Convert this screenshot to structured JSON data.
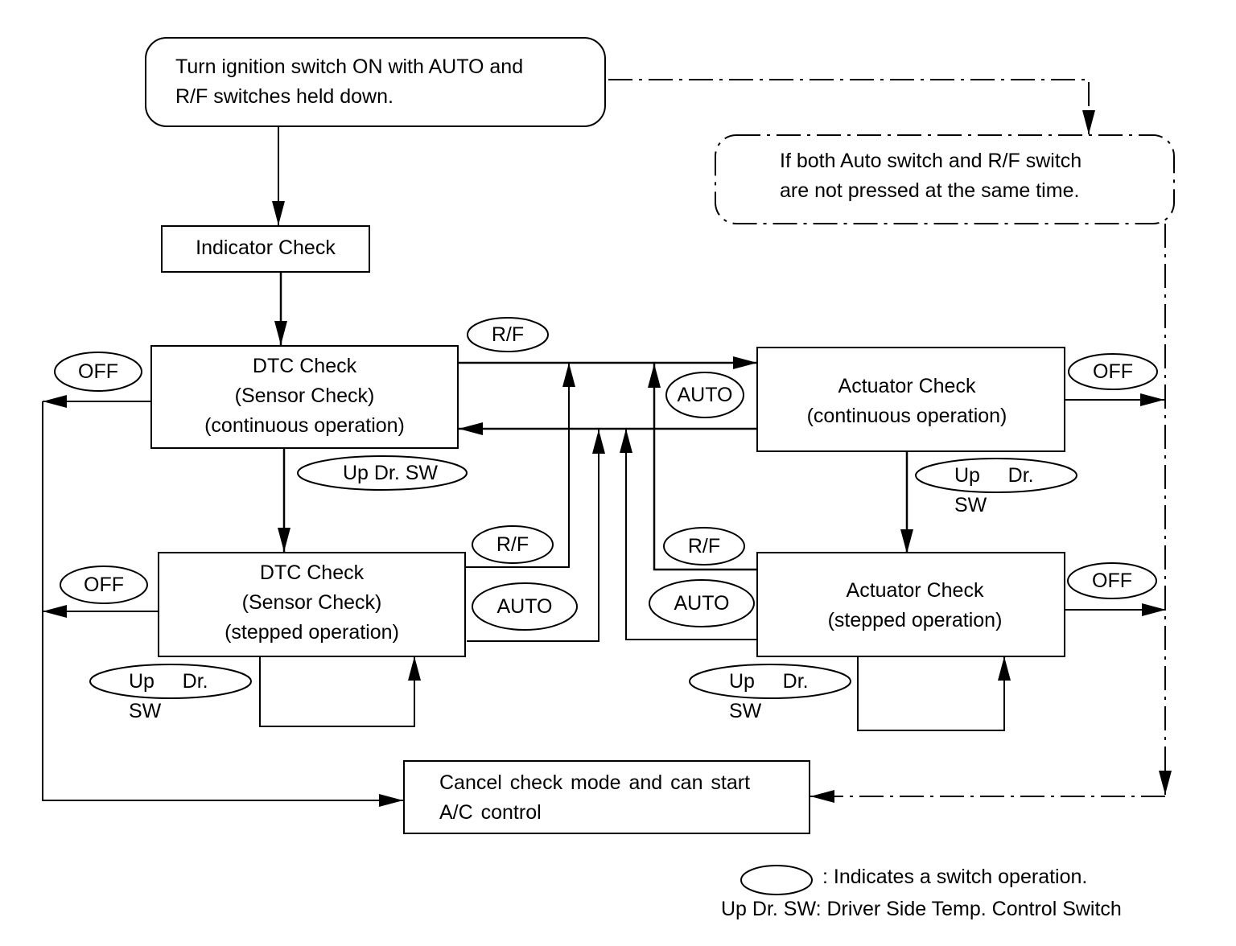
{
  "nodes": {
    "start": {
      "lines": [
        "Turn ignition switch ON with AUTO and",
        "R/F switches held down."
      ]
    },
    "condition": {
      "lines": [
        "If both Auto switch and R/F switch",
        "are not pressed at the same time."
      ]
    },
    "indicator_check": {
      "label": "Indicator Check"
    },
    "dtc_continuous": {
      "lines": [
        "DTC Check",
        "(Sensor Check)",
        "(continuous operation)"
      ]
    },
    "dtc_stepped": {
      "lines": [
        "DTC Check",
        "(Sensor Check)",
        "(stepped operation)"
      ]
    },
    "actuator_continuous": {
      "lines": [
        "Actuator Check",
        "(continuous operation)"
      ]
    },
    "actuator_stepped": {
      "lines": [
        "Actuator Check",
        "(stepped operation)"
      ]
    },
    "cancel": {
      "lines": [
        "Cancel check mode and can start",
        "A/C control"
      ]
    }
  },
  "switch_ops": {
    "rf_top": "R/F",
    "auto_top": "AUTO",
    "off_dtc_cont": "OFF",
    "off_act_cont": "OFF",
    "updr_dtc": "Up Dr. SW",
    "updr_act": {
      "line1": "Up     Dr.",
      "line2": "SW"
    },
    "rf_dtc_step": "R/F",
    "auto_dtc_step": "AUTO",
    "rf_act_step": "R/F",
    "auto_act_step": "AUTO",
    "off_dtc_step": "OFF",
    "off_act_step": "OFF",
    "updr_dtc_loop": {
      "line1": "Up     Dr.",
      "line2": "SW"
    },
    "updr_act_loop": {
      "line1": "Up     Dr.",
      "line2": "SW"
    }
  },
  "legend": {
    "oval_meaning": ": Indicates a switch operation.",
    "abbreviation": "Up Dr. SW: Driver Side Temp. Control Switch"
  }
}
